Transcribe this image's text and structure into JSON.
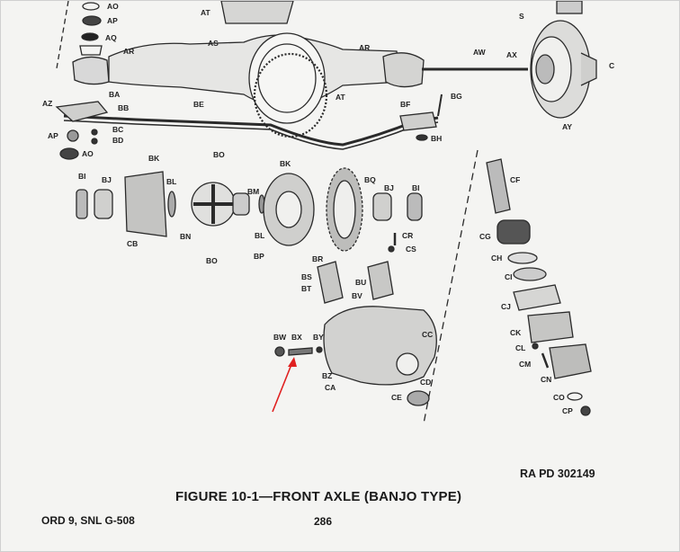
{
  "document": {
    "figure_title": "FIGURE 10-1—FRONT AXLE (BANJO TYPE)",
    "reference": "RA  PD  302149",
    "footer_left": "ORD  9,  SNL  G-508",
    "page_number": "286"
  },
  "callouts": [
    "AO",
    "AP",
    "AQ",
    "AR",
    "AT",
    "AS",
    "AR",
    "AW",
    "AX",
    "S",
    "C",
    "AY",
    "AZ",
    "BA",
    "BB",
    "BC",
    "BD",
    "AP",
    "AO",
    "BE",
    "BF",
    "BG",
    "BH",
    "AT",
    "BI",
    "BJ",
    "BK",
    "BL",
    "BO",
    "BK",
    "BQ",
    "BJ",
    "BI",
    "BM",
    "BN",
    "BO",
    "CB",
    "BP",
    "BL",
    "CF",
    "CG",
    "CH",
    "CI",
    "CJ",
    "CK",
    "CL",
    "CM",
    "CN",
    "CO",
    "CP",
    "CR",
    "CS",
    "BR",
    "BS",
    "BT",
    "BU",
    "BV",
    "BW",
    "BX",
    "BY",
    "CC",
    "BZ",
    "CA",
    "CD",
    "CE"
  ],
  "annotation": {
    "color": "#e02020",
    "points_to": "BX"
  }
}
